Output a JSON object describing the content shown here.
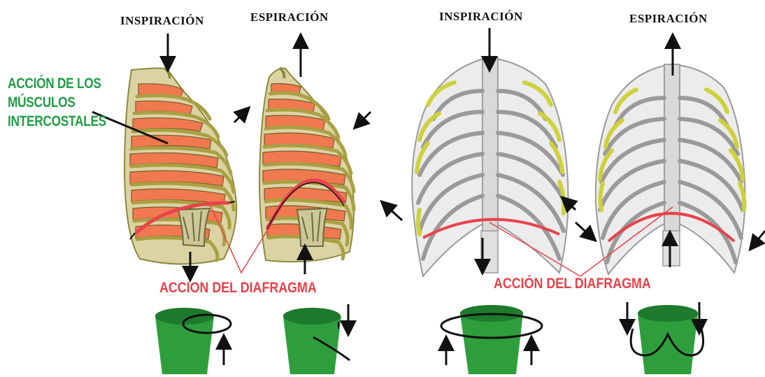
{
  "labels": {
    "insp_left": "INSPIRACIÓN",
    "esp_left": "ESPIRACIÓN",
    "insp_right": "INSPIRACIÓN",
    "esp_right": "ESPIRACIÓN",
    "intercostal_line1": "ACCIÓN DE LOS",
    "intercostal_line2": "MÚSCULOS",
    "intercostal_line3": "INTERCOSTALES",
    "diafragma_left": "ACCION DEL DIAFRAGMA",
    "diafragma_right": "ACCIÓN DEL DIAFRAGMA"
  },
  "colors": {
    "green_text": "#1f9e45",
    "red_text": "#ea4147",
    "muscle": "#f0794f",
    "rib_side": "#a9a042",
    "rib_grey": "#9a9a9a",
    "rib_yellow": "#cfd13c",
    "bucket": "#2e9e3c",
    "diaphragm": "#e8434a"
  }
}
